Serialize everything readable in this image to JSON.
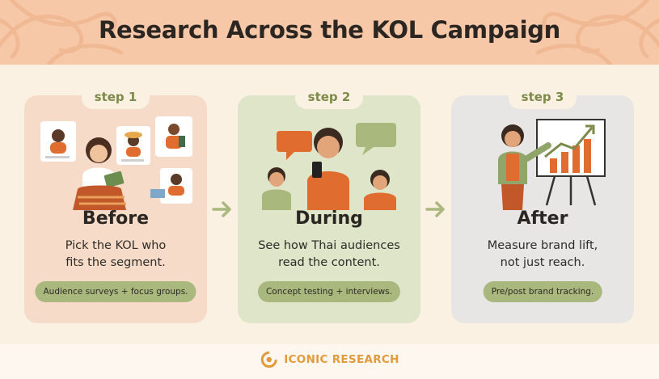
{
  "header": {
    "title": "Research Across the KOL Campaign"
  },
  "steps": [
    {
      "tab": "step 1",
      "phase": "Before",
      "desc_lines": [
        "Pick the KOL who",
        "fits the segment."
      ],
      "method": "Audience surveys + focus groups.",
      "icon": "kol-profiles-illustration"
    },
    {
      "tab": "step 2",
      "phase": "During",
      "desc_lines": [
        "See how Thai audiences",
        "read the content."
      ],
      "method": "Concept testing + interviews.",
      "icon": "audience-conversation-illustration"
    },
    {
      "tab": "step 3",
      "phase": "After",
      "desc_lines": [
        "Measure brand lift,",
        "not just reach."
      ],
      "method": "Pre/post brand tracking.",
      "icon": "growth-chart-presentation-illustration"
    }
  ],
  "arrows": [
    "arrow-right-icon",
    "arrow-right-icon"
  ],
  "footer": {
    "brand": "ICONIC RESEARCH",
    "logo_icon": "iconic-research-logo-icon"
  },
  "colors": {
    "header_bg": "#f6c8a8",
    "page_bg": "#fbf1e3",
    "card_before": "#f6dcc8",
    "card_during": "#dee5c9",
    "card_after": "#e7e6e4",
    "accent_green": "#7c8a4a",
    "pill_green": "#a9b87d",
    "brand_orange": "#e39a3a"
  }
}
